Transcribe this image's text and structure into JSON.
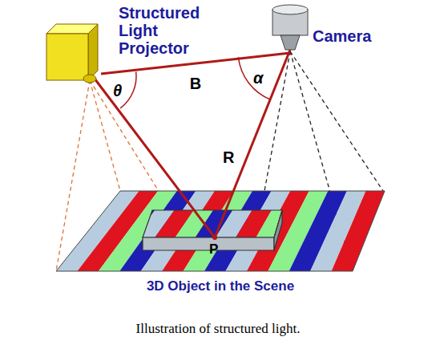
{
  "diagram": {
    "caption": "Illustration of structured light.",
    "nodes": [
      {
        "text": [
          "Structured Light Projector"
        ]
      },
      {
        "text": [
          "Camera"
        ]
      },
      {
        "text": [
          "3D Object in the Scene"
        ]
      }
    ],
    "edges": [
      {
        "from": 0,
        "to": 1,
        "label": "B",
        "arrow": "none"
      }
    ],
    "labels": [
      "θ",
      "α",
      "R",
      "P"
    ]
  }
}
